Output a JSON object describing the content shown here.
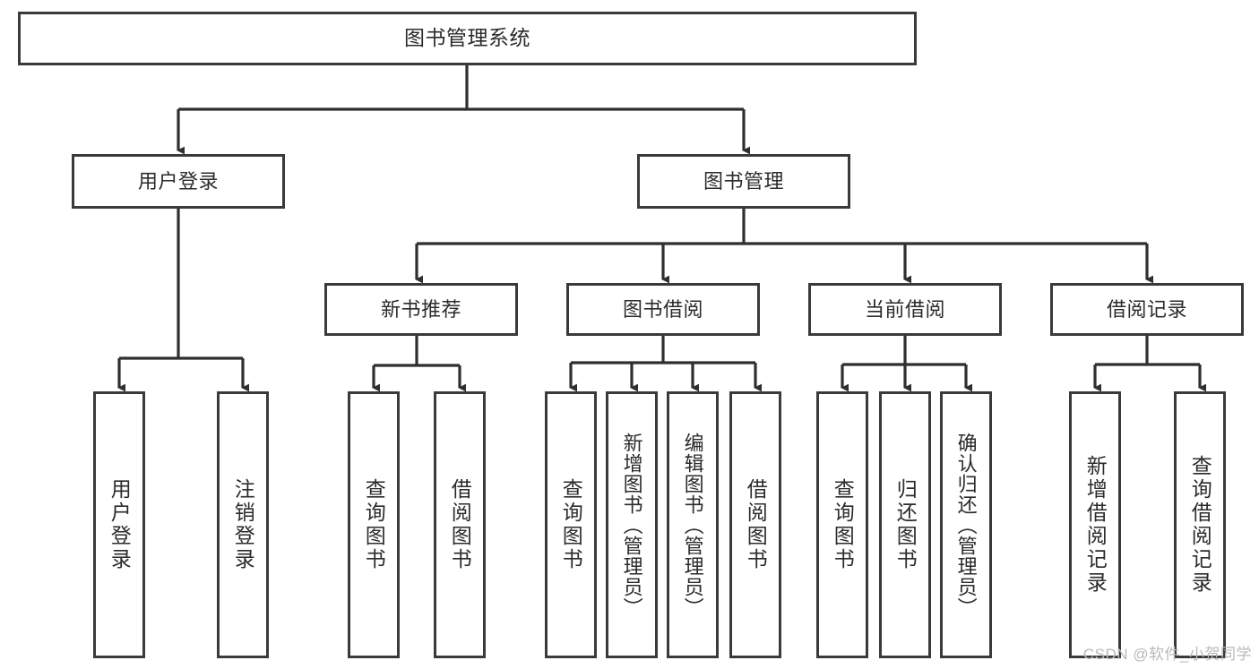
{
  "diagram": {
    "title": "图书管理系统",
    "watermark": "CSDN @软件_小贺同学",
    "colors": {
      "box_border": "#3a3a3a",
      "text": "#2b2b2b",
      "edge": "#2f2f2f",
      "background": "#ffffff",
      "watermark": "#b9b9b9"
    },
    "nodes": {
      "root": {
        "label": "图书管理系统"
      },
      "level2": [
        {
          "label": "用户登录"
        },
        {
          "label": "图书管理"
        }
      ],
      "level3": [
        {
          "label": "新书推荐"
        },
        {
          "label": "图书借阅"
        },
        {
          "label": "当前借阅"
        },
        {
          "label": "借阅记录"
        }
      ],
      "leaves_user_login": [
        {
          "label": "用户登录"
        },
        {
          "label": "注销登录"
        }
      ],
      "leaves_new_book": [
        {
          "label": "查询图书"
        },
        {
          "label": "借阅图书"
        }
      ],
      "leaves_borrow": [
        {
          "label": "查询图书"
        },
        {
          "label": "新增图书（管理员）"
        },
        {
          "label": "编辑图书（管理员）"
        },
        {
          "label": "借阅图书"
        }
      ],
      "leaves_current": [
        {
          "label": "查询图书"
        },
        {
          "label": "归还图书"
        },
        {
          "label": "确认归还（管理员）"
        }
      ],
      "leaves_records": [
        {
          "label": "新增借阅记录"
        },
        {
          "label": "查询借阅记录"
        }
      ]
    }
  }
}
